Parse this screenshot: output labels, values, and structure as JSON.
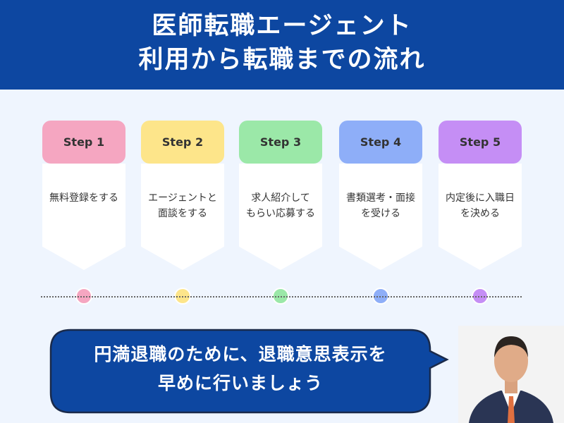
{
  "header": {
    "line1": "医師転職エージェント",
    "line2": "利用から転職までの流れ"
  },
  "steps": [
    {
      "label": "Step 1",
      "line1": "無料登録をする",
      "line2": "",
      "color": "#f5a6c1"
    },
    {
      "label": "Step 2",
      "line1": "エージェントと",
      "line2": "面談をする",
      "color": "#fde58a"
    },
    {
      "label": "Step 3",
      "line1": "求人紹介して",
      "line2": "もらい応募する",
      "color": "#9be8a8"
    },
    {
      "label": "Step 4",
      "line1": "書類選考・面接",
      "line2": "を受ける",
      "color": "#8eaef8"
    },
    {
      "label": "Step 5",
      "line1": "内定後に入職日",
      "line2": "を決める",
      "color": "#c58ef5"
    }
  ],
  "bubble": {
    "line1": "円満退職のために、退職意思表示を",
    "line2": "早めに行いましょう"
  }
}
